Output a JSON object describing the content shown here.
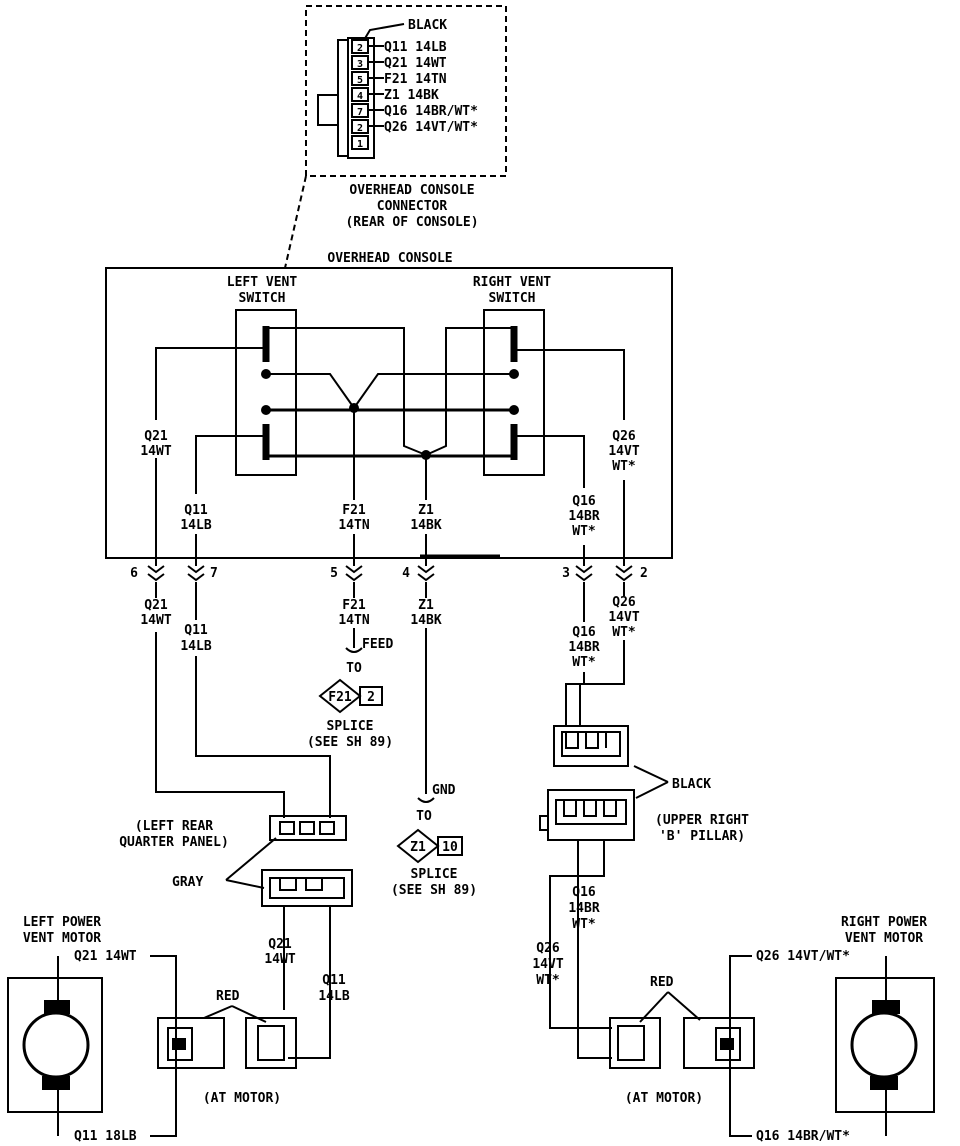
{
  "connector": {
    "color_label": "BLACK",
    "pins": [
      {
        "num": "2",
        "label": "Q11  14LB"
      },
      {
        "num": "3",
        "label": "Q21  14WT"
      },
      {
        "num": "5",
        "label": "F21  14TN"
      },
      {
        "num": "4",
        "label": "Z1  14BK"
      },
      {
        "num": "7",
        "label": "Q16  14BR/WT*"
      },
      {
        "num": "2",
        "label": "Q26  14VT/WT*"
      },
      {
        "num": "1",
        "label": ""
      }
    ],
    "caption": [
      "OVERHEAD CONSOLE",
      "CONNECTOR",
      "(REAR OF CONSOLE)"
    ]
  },
  "console": {
    "title": "OVERHEAD CONSOLE",
    "left_switch": [
      "LEFT VENT",
      "SWITCH"
    ],
    "right_switch": [
      "RIGHT VENT",
      "SWITCH"
    ]
  },
  "wires_inside": {
    "q21": [
      "Q21",
      "14WT"
    ],
    "q11": [
      "Q11",
      "14LB"
    ],
    "f21": [
      "F21",
      "14TN"
    ],
    "z1": [
      "Z1",
      "14BK"
    ],
    "q16": [
      "Q16",
      "14BR",
      "WT*"
    ],
    "q26": [
      "Q26",
      "14VT",
      "WT*"
    ]
  },
  "pins_out": {
    "p6": "6",
    "p7": "7",
    "p5": "5",
    "p4": "4",
    "p3": "3",
    "p2": "2"
  },
  "wires_outside": {
    "q21": [
      "Q21",
      "14WT"
    ],
    "q11": [
      "Q11",
      "14LB"
    ],
    "f21": [
      "F21",
      "14TN"
    ],
    "z1": [
      "Z1",
      "14BK"
    ],
    "q16": [
      "Q16",
      "14BR",
      "WT*"
    ],
    "q26": [
      "Q26",
      "14VT",
      "WT*"
    ]
  },
  "feed": {
    "label": "FEED",
    "to": "TO",
    "splice_id": "F21",
    "splice_num": "2",
    "splice_text": [
      "SPLICE",
      "(SEE SH 89)"
    ]
  },
  "gnd": {
    "label": "GND",
    "to": "TO",
    "splice_id": "Z1",
    "splice_num": "10",
    "splice_text": [
      "SPLICE",
      "(SEE SH 89)"
    ]
  },
  "left_rear": {
    "location": [
      "(LEFT REAR",
      "QUARTER PANEL)"
    ],
    "color": "GRAY",
    "q21": [
      "Q21",
      "14WT"
    ],
    "q11": [
      "Q11",
      "14LB"
    ],
    "motor_conn_color": "RED",
    "at_motor": "(AT MOTOR)"
  },
  "right_b": {
    "location": [
      "(UPPER RIGHT",
      "'B' PILLAR)"
    ],
    "color": "BLACK",
    "q16": [
      "Q16",
      "14BR",
      "WT*"
    ],
    "q26": [
      "Q26",
      "14VT",
      "WT*"
    ],
    "motor_conn_color": "RED",
    "at_motor": "(AT MOTOR)"
  },
  "left_motor": {
    "title": [
      "LEFT POWER",
      "VENT MOTOR"
    ],
    "top_wire": "Q21 14WT",
    "bottom_wire": "Q11 18LB"
  },
  "right_motor": {
    "title": [
      "RIGHT POWER",
      "VENT MOTOR"
    ],
    "top_wire": "Q26 14VT/WT*",
    "bottom_wire": "Q16 14BR/WT*"
  }
}
